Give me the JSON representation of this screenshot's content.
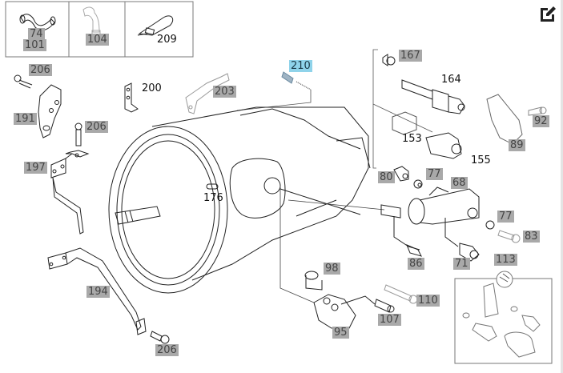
{
  "diagram": {
    "title": "Transmission housing parts diagram",
    "highlighted_part": "210",
    "top_boxes": [
      {
        "labels": [
          "74",
          "101"
        ],
        "part": "hose"
      },
      {
        "labels": [
          "104"
        ],
        "part": "elbow-pipe"
      },
      {
        "labels": [
          "209"
        ],
        "part": "cable-tie"
      }
    ],
    "labels": {
      "l74": "74",
      "l101": "101",
      "l104": "104",
      "l209": "209",
      "l206a": "206",
      "l191": "191",
      "l206b": "206",
      "l197": "197",
      "l200": "200",
      "l203": "203",
      "l210": "210",
      "l167": "167",
      "l164": "164",
      "l153": "153",
      "l155": "155",
      "l89": "89",
      "l92": "92",
      "l80": "80",
      "l77a": "77",
      "l68": "68",
      "l77b": "77",
      "l83": "83",
      "l86": "86",
      "l71": "71",
      "l113": "113",
      "l176": "176",
      "l98": "98",
      "l110": "110",
      "l107": "107",
      "l95": "95",
      "l194": "194",
      "l206c": "206"
    }
  },
  "toolbar": {
    "edit_icon": "edit-icon"
  },
  "colors": {
    "label_bg": "#a9a9a9",
    "highlight_bg": "#8fd3ea",
    "line": "#222222"
  }
}
